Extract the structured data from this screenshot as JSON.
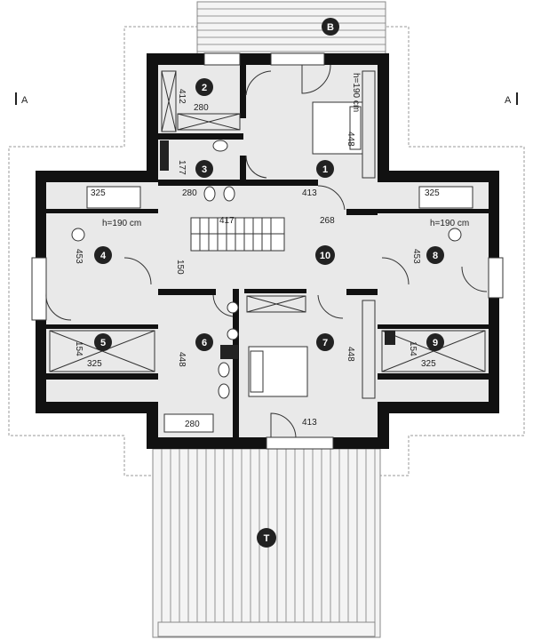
{
  "section_marks": {
    "left": "A",
    "right": "A"
  },
  "badges": {
    "r1": "1",
    "r2": "2",
    "r3": "3",
    "r4": "4",
    "r5": "5",
    "r6": "6",
    "r7": "7",
    "r8": "8",
    "r9": "9",
    "r10": "10",
    "balcony": "B",
    "terrace": "T"
  },
  "dims": {
    "r2_len": "280",
    "r2_w": "412",
    "r3_len": "280",
    "r3_w": "177",
    "r1_len": "413",
    "r1_h": "448",
    "r1_note": "h=190 cm",
    "stair": "417",
    "hall": "268",
    "hall_w": "150",
    "r4_bath": "325",
    "r4_note": "h=190 cm",
    "r4_w": "453",
    "r5_len": "325",
    "r5_w": "154",
    "r6_len": "280",
    "r6_w": "448",
    "r7_len": "413",
    "r7_h": "448",
    "r8_bath": "325",
    "r8_note": "h=190 cm",
    "r8_w": "453",
    "r9_len": "325",
    "r9_w": "154"
  },
  "colors": {
    "wall": "#111111",
    "room": "#e9e9e9",
    "badge": "#222222"
  }
}
